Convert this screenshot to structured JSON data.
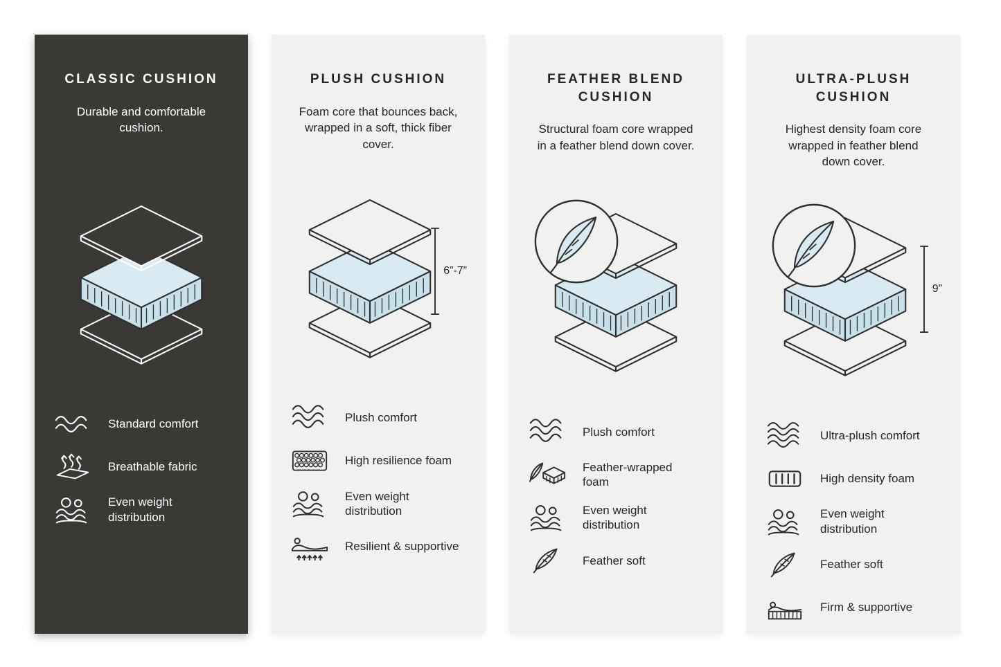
{
  "colors": {
    "page_background": "#ffffff",
    "dark_panel_background": "#3a3936",
    "light_panel_background": "#f1f1ef",
    "foam_blue_top": "#d8eaf2",
    "foam_blue_side": "#c8e0ea",
    "line_dark": "#2e2e2e",
    "text_dark": "#262626",
    "text_light": "#ffffff"
  },
  "panels": [
    {
      "title": "CLASSIC CUSHION",
      "description": "Durable and comfortable cushion.",
      "diagram": "layered-cushion-illustration",
      "features": [
        {
          "icon": "waves-icon",
          "label": "Standard comfort"
        },
        {
          "icon": "breathable-fabric-icon",
          "label": "Breathable fabric"
        },
        {
          "icon": "even-weight-icon",
          "label": "Even weight distribution"
        }
      ]
    },
    {
      "title": "PLUSH CUSHION",
      "description": "Foam core that bounces back, wrapped in a soft, thick fiber cover.",
      "diagram": "layered-cushion-illustration",
      "measurement": "6”-7”",
      "features": [
        {
          "icon": "waves-icon",
          "label": "Plush comfort"
        },
        {
          "icon": "honeycomb-foam-icon",
          "label": "High resilience foam"
        },
        {
          "icon": "even-weight-icon",
          "label": "Even weight distribution"
        },
        {
          "icon": "resilient-supportive-icon",
          "label": "Resilient & supportive"
        }
      ]
    },
    {
      "title": "FEATHER BLEND CUSHION",
      "description": "Structural foam core wrapped in a feather blend down cover.",
      "diagram": "layered-cushion-illustration",
      "badge": "feather-badge",
      "features": [
        {
          "icon": "waves-icon",
          "label": "Plush comfort"
        },
        {
          "icon": "feather-wrapped-foam-icon",
          "label": "Feather-wrapped foam"
        },
        {
          "icon": "even-weight-icon",
          "label": "Even weight distribution"
        },
        {
          "icon": "feather-icon",
          "label": "Feather soft"
        }
      ]
    },
    {
      "title": "ULTRA-PLUSH CUSHION",
      "description": "Highest density foam core wrapped in feather blend down cover.",
      "diagram": "layered-cushion-illustration",
      "badge": "feather-badge",
      "measurement": "9”",
      "features": [
        {
          "icon": "waves-icon",
          "label": "Ultra-plush comfort"
        },
        {
          "icon": "high-density-foam-icon",
          "label": "High density foam"
        },
        {
          "icon": "even-weight-icon",
          "label": "Even weight distribution"
        },
        {
          "icon": "feather-icon",
          "label": "Feather soft"
        },
        {
          "icon": "firm-supportive-icon",
          "label": "Firm & supportive"
        }
      ]
    }
  ]
}
